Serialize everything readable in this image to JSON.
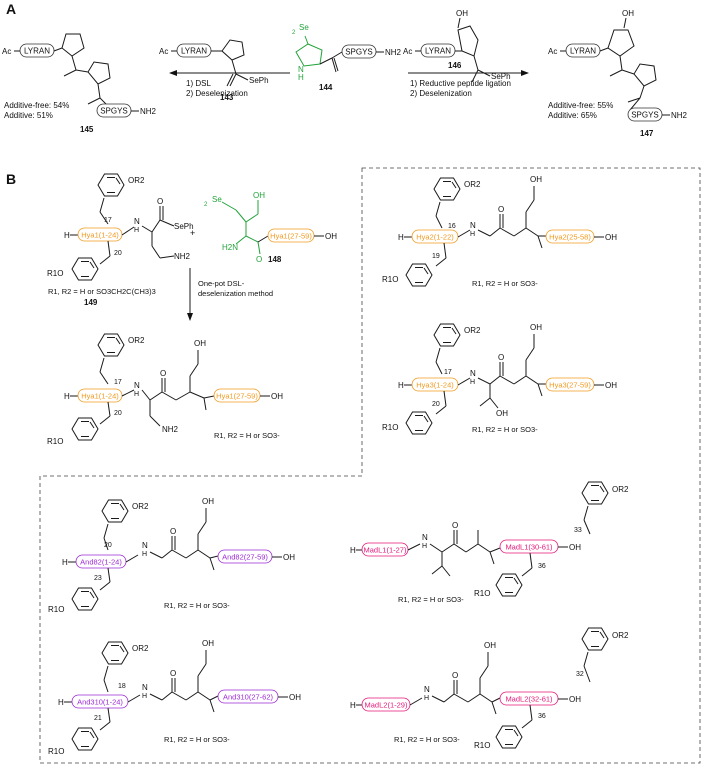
{
  "figure": {
    "panel_a": {
      "label": "A",
      "c143": {
        "ac": "Ac",
        "seq1": "LYRAN",
        "seph": "SePh",
        "id": "143"
      },
      "c144": {
        "se": "Se",
        "sub2": "2",
        "n": "N",
        "h": "H",
        "seq": "SPGYS",
        "nh2": "NH2",
        "id": "144"
      },
      "c146": {
        "oh": "OH",
        "ac": "Ac",
        "seq1": "LYRAN",
        "seph": "SePh",
        "id": "146"
      },
      "arrow_left": {
        "step1": "1) DSL",
        "step2": "2) Deselenization"
      },
      "arrow_right": {
        "step1": "1) Reductive peptide ligation",
        "step2": "2) Deselenization"
      },
      "c145": {
        "ac": "Ac",
        "seq1": "LYRAN",
        "seq2": "SPGYS",
        "nh2": "NH2",
        "yield1": "Additive-free: 54%",
        "yield2": "Additive: 51%",
        "id": "145"
      },
      "c147": {
        "oh": "OH",
        "ac": "Ac",
        "seq1": "LYRAN",
        "seq2": "SPGYS",
        "nh2": "NH2",
        "yield1": "Additive-free: 55%",
        "yield2": "Additive: 65%",
        "id": "147"
      }
    },
    "panel_b": {
      "label": "B",
      "c149": {
        "frag": "Hya1(1-24)",
        "h": "H",
        "or2": "OR2",
        "r1o": "R1O",
        "n17": "17",
        "n20": "20",
        "nh": "H",
        "nlet": "N",
        "o": "O",
        "seph": "SePh",
        "nh2": "NH2",
        "rdef": "R1, R2 = H or SO3CH2C(CH3)3",
        "id": "149"
      },
      "plus": "+",
      "c148": {
        "se": "Se",
        "sub2": "2",
        "oh_acid": "OH",
        "o": "O",
        "h2n": "H2N",
        "frag": "Hya1(27-59)",
        "oh": "OH",
        "id": "148"
      },
      "method": {
        "line1": "One-pot DSL-",
        "line2": "deselenization method"
      },
      "product_hya1": {
        "frag1": "Hya1(1-24)",
        "frag2": "Hya1(27-59)",
        "h": "H",
        "or2": "OR2",
        "r1o": "R1O",
        "n17": "17",
        "n20": "20",
        "nh": "H",
        "nlet": "N",
        "oh_acid": "OH",
        "o": "O",
        "nh2": "NH2",
        "oh": "OH",
        "rdef": "R1, R2 = H or SO3-"
      },
      "hya2": {
        "frag1": "Hya2(1-22)",
        "frag2": "Hya2(25-58)",
        "h": "H",
        "or2": "OR2",
        "r1o": "R1O",
        "n16": "16",
        "n19": "19",
        "nh": "H",
        "nlet": "N",
        "oh_acid": "OH",
        "o": "O",
        "oh": "OH",
        "rdef": "R1, R2 = H or SO3-"
      },
      "hya3": {
        "frag1": "Hya3(1-24)",
        "frag2": "Hya3(27-59)",
        "h": "H",
        "or2": "OR2",
        "r1o": "R1O",
        "n17": "17",
        "n20": "20",
        "nh": "H",
        "nlet": "N",
        "oh_acid": "OH",
        "o": "O",
        "oh_thr": "OH",
        "oh": "OH",
        "rdef": "R1, R2 = H or SO3-"
      },
      "and82": {
        "frag1": "And82(1-24)",
        "frag2": "And82(27-59)",
        "h": "H",
        "or2": "OR2",
        "r1o": "R1O",
        "n20": "20",
        "n23": "23",
        "nh": "H",
        "nlet": "N",
        "oh_acid": "OH",
        "o": "O",
        "oh": "OH",
        "rdef": "R1, R2 = H or SO3-"
      },
      "madl1": {
        "frag1": "MadL1(1-27)",
        "frag2": "MadL1(30-61)",
        "h": "H",
        "or2": "OR2",
        "r1o": "R1O",
        "n33": "33",
        "n36": "36",
        "nh": "H",
        "nlet": "N",
        "o": "O",
        "oh": "OH",
        "rdef": "R1, R2 = H or SO3-"
      },
      "and310": {
        "frag1": "And310(1-24)",
        "frag2": "And310(27-62)",
        "h": "H",
        "or2": "OR2",
        "r1o": "R1O",
        "n18": "18",
        "n21": "21",
        "nh": "H",
        "nlet": "N",
        "oh_acid": "OH",
        "o": "O",
        "oh": "OH",
        "rdef": "R1, R2 = H or SO3-"
      },
      "madl2": {
        "frag1": "MadL2(1-29)",
        "frag2": "MadL2(32-61)",
        "h": "H",
        "or2": "OR2",
        "r1o": "R1O",
        "n32": "32",
        "n36": "36",
        "nh": "H",
        "nlet": "N",
        "oh_acid": "OH",
        "o": "O",
        "oh": "OH",
        "rdef": "R1, R2 = H or SO3-"
      }
    }
  },
  "colors": {
    "hya_orange": "#f29a1f",
    "and_purple": "#9d2bd6",
    "mad_magenta": "#e6197a",
    "selenium_green": "#22a33a",
    "pill_stroke": "#333333",
    "ink": "#111111",
    "dashed_border": "#444444"
  }
}
